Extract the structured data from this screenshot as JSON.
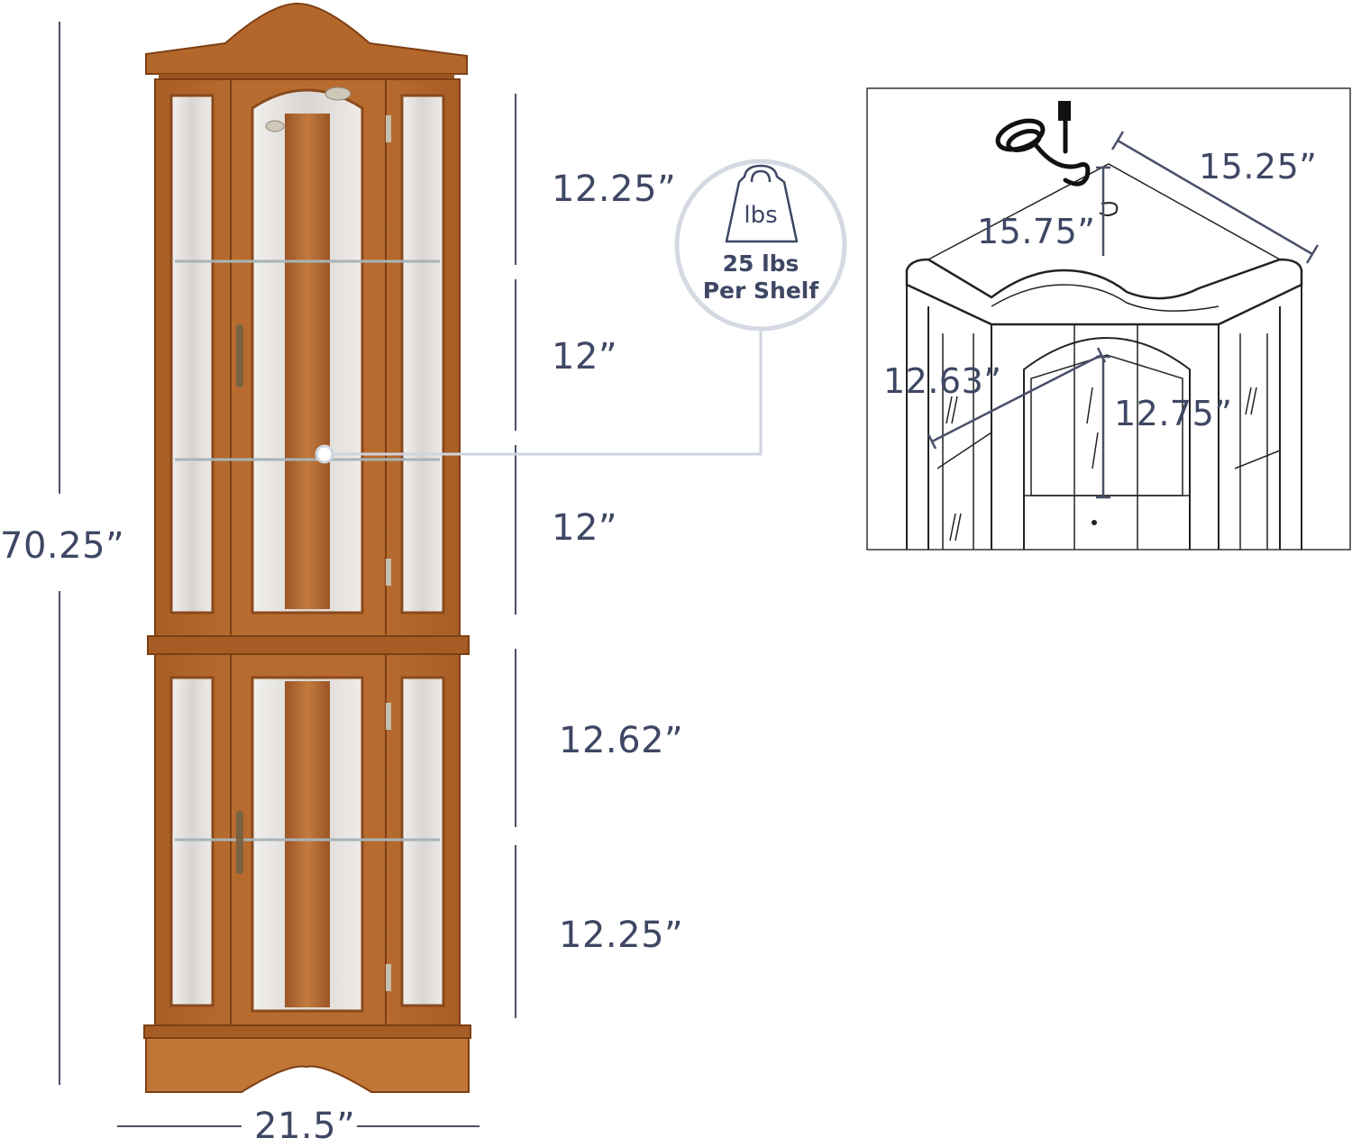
{
  "dimensions": {
    "total_height": "70.25”",
    "width": "21.5”",
    "upper_section_1": "12.25”",
    "upper_section_2": "12”",
    "upper_section_3": "12”",
    "lower_section_1": "12.62”",
    "lower_section_2": "12.25”"
  },
  "weight_badge": {
    "icon_label": "lbs",
    "capacity": "25 lbs",
    "unit_note": "Per Shelf"
  },
  "detail_inset": {
    "side_depth_right": "15.25”",
    "top_clearance": "15.75”",
    "shelf_diagonal": "12.63”",
    "shelf_height": "12.75”"
  },
  "colors": {
    "dimension_text": "#3e4763",
    "dimension_line": "#4a5068",
    "wood_main": "#b8692c",
    "wood_dark": "#8f4c1c",
    "wood_light": "#cf8645",
    "glass": "#dcd9d6",
    "badge_ring": "#d4d9e2"
  }
}
